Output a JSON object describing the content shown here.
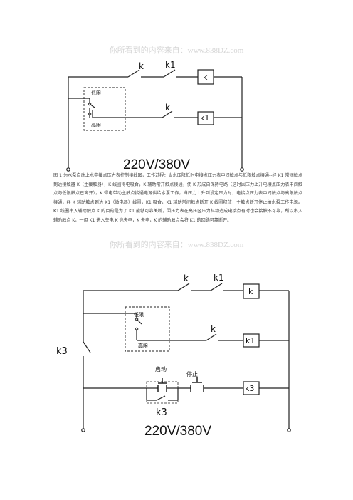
{
  "watermarks": [
    "你所看到的内容来自：www.838DZ.com",
    "你所看到的内容来自：www.838DZ.com"
  ],
  "diagram1": {
    "labels": {
      "k_switch": "k",
      "k1_switch": "k1",
      "low_limit": "低限",
      "high_limit": "高限",
      "k_switch2": "k",
      "coil_k": "k",
      "coil_k1": "k1",
      "voltage": "220V/380V"
    }
  },
  "caption": "图 1 为水泵自动上水电接点压力表控制接线图，工作过程：当水压降低时电接点压力表中间触点与低限触点接通--经 K1 常闭触点到达接触器 K（主接触器），K 线圈得电吸合，K 辅助常开触点接通，使 K 形成自保持电路（这时因压力上升电接点压力表中间触点与低限触点已离开），K 得电带动主触点接通电源供给水泵工作，当压力上升到设定压力时，电接点压力表中间触点与高限触点接通，经 K 辅助触点到达 K1（微电器）线圈，K1 吸合，K1 辅助常闭触点断开 K 线圈释放，主触点断开停止给水泵工作电源。K1 线圈串入辅助触点 K 的目的是为了 K1 能够可靠关断，因压力表在高压区压力抖动造成电接点有时也会接触不可靠，所以串入辅助触点 K，一但 K1 进入失电 K 也失电，K 失电，K 的辅助触点会将 K1 的回路可靠断开。",
  "diagram2": {
    "labels": {
      "k_switch": "k",
      "k1_switch": "k1",
      "low_limit": "低限",
      "high_limit": "高限",
      "k_switch2": "k",
      "coil_k": "k",
      "coil_k1": "k1",
      "k3_switch": "k3",
      "start": "启动",
      "stop": "停止",
      "coil_k3": "k3",
      "k3_bottom": "k3",
      "voltage": "220V/380V"
    }
  }
}
